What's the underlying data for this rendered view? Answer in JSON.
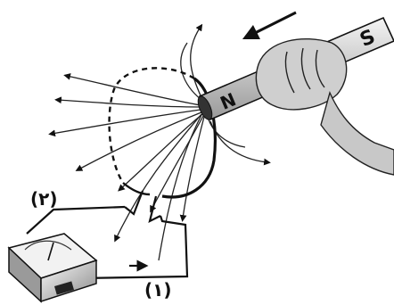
{
  "magnet": {
    "north_label": "N",
    "south_label": "S"
  },
  "labels": {
    "terminal_1": "(١)",
    "terminal_2": "(٢)"
  },
  "motion_arrow": {
    "direction": "toward-coil"
  },
  "colors": {
    "ink": "#111111",
    "skin": "#d8d8d8",
    "magnet": "#e4e4e4",
    "background": "#ffffff"
  },
  "icons": {
    "meter": "galvanometer-icon",
    "hand": "hand-icon",
    "arrow": "arrow-left-icon"
  }
}
